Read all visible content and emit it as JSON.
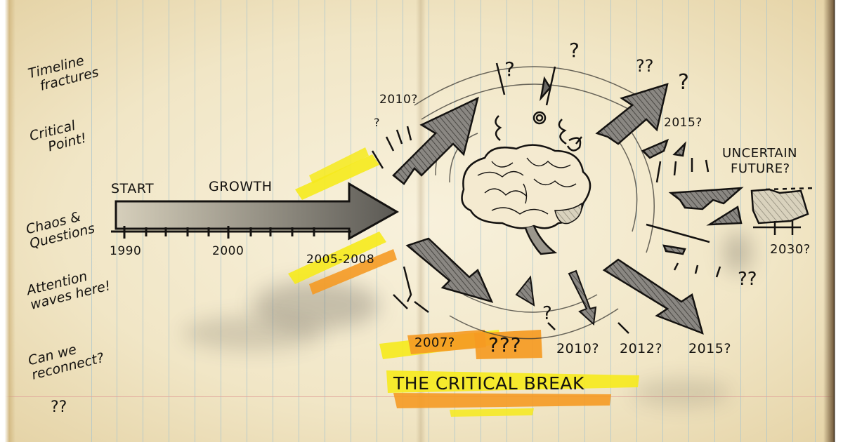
{
  "colors": {
    "paper": "#f4ead0",
    "rule_blue": "#a9c4cc",
    "margin_red": "#e0a59a",
    "ink": "#151310",
    "pencil_fill": "#6b6964",
    "highlight_yellow": "#f6ea1c",
    "highlight_orange": "#f59a23"
  },
  "margin_notes": [
    {
      "line1": "Timeline",
      "line2": "fractures"
    },
    {
      "line1": "Critical",
      "line2": "Point!"
    },
    {
      "line1": "Chaos &",
      "line2": "Questions"
    },
    {
      "line1": "Attention",
      "line2": "waves here!"
    },
    {
      "line1": "Can we",
      "line2": "reconnect?"
    },
    {
      "line1": "??",
      "line2": ""
    }
  ],
  "timeline": {
    "start_label": "START",
    "growth_label": "GROWTH",
    "ticks": [
      "1990",
      "2000",
      "2005-2008"
    ]
  },
  "scattered_years": {
    "upper_left": "2010?",
    "upper_right": "2015?",
    "question_marks_top": [
      "?",
      "?",
      "??",
      "?"
    ]
  },
  "future": {
    "label_line1": "UNCERTAIN",
    "label_line2": "FUTURE?",
    "year": "2030?",
    "trailing_q": "??"
  },
  "bottom_years": [
    "2007?",
    "???",
    "2010?",
    "2012?",
    "2015?"
  ],
  "headline": "THE CRITICAL BREAK",
  "center_icon": "brain-icon"
}
